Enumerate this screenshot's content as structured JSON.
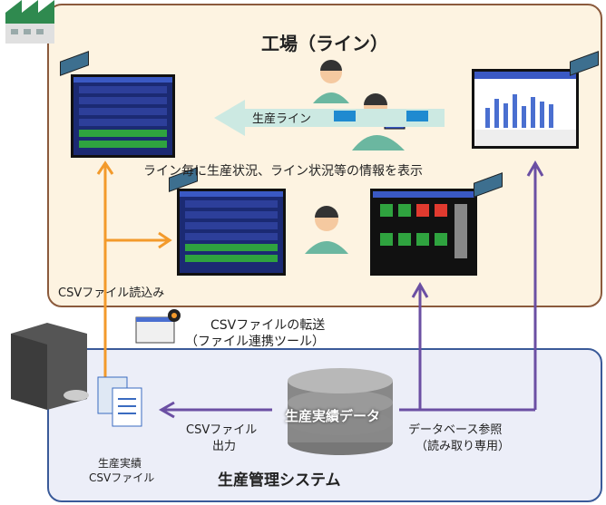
{
  "factory": {
    "title": "工場（ライン）",
    "line_label": "生産ライン",
    "display_caption": "ライン毎に生産状況、ライン状況等の情報を表示",
    "csv_load": "CSVファイル読込み"
  },
  "transfer": {
    "line1": "CSVファイルの転送",
    "line2": "（ファイル連携ツール）"
  },
  "system": {
    "title": "生産管理システム",
    "db_label": "生産実績データ",
    "csv_out_1": "CSVファイル",
    "csv_out_2": "出力",
    "db_ref_1": "データベース参照",
    "db_ref_2": "（読み取り専用）",
    "file_1": "生産実績",
    "file_2": "CSVファイル"
  },
  "colors": {
    "orange": "#f39a2b",
    "purple": "#6b4fa3",
    "factory_border": "#8b5a3c",
    "system_border": "#3a5a99"
  }
}
